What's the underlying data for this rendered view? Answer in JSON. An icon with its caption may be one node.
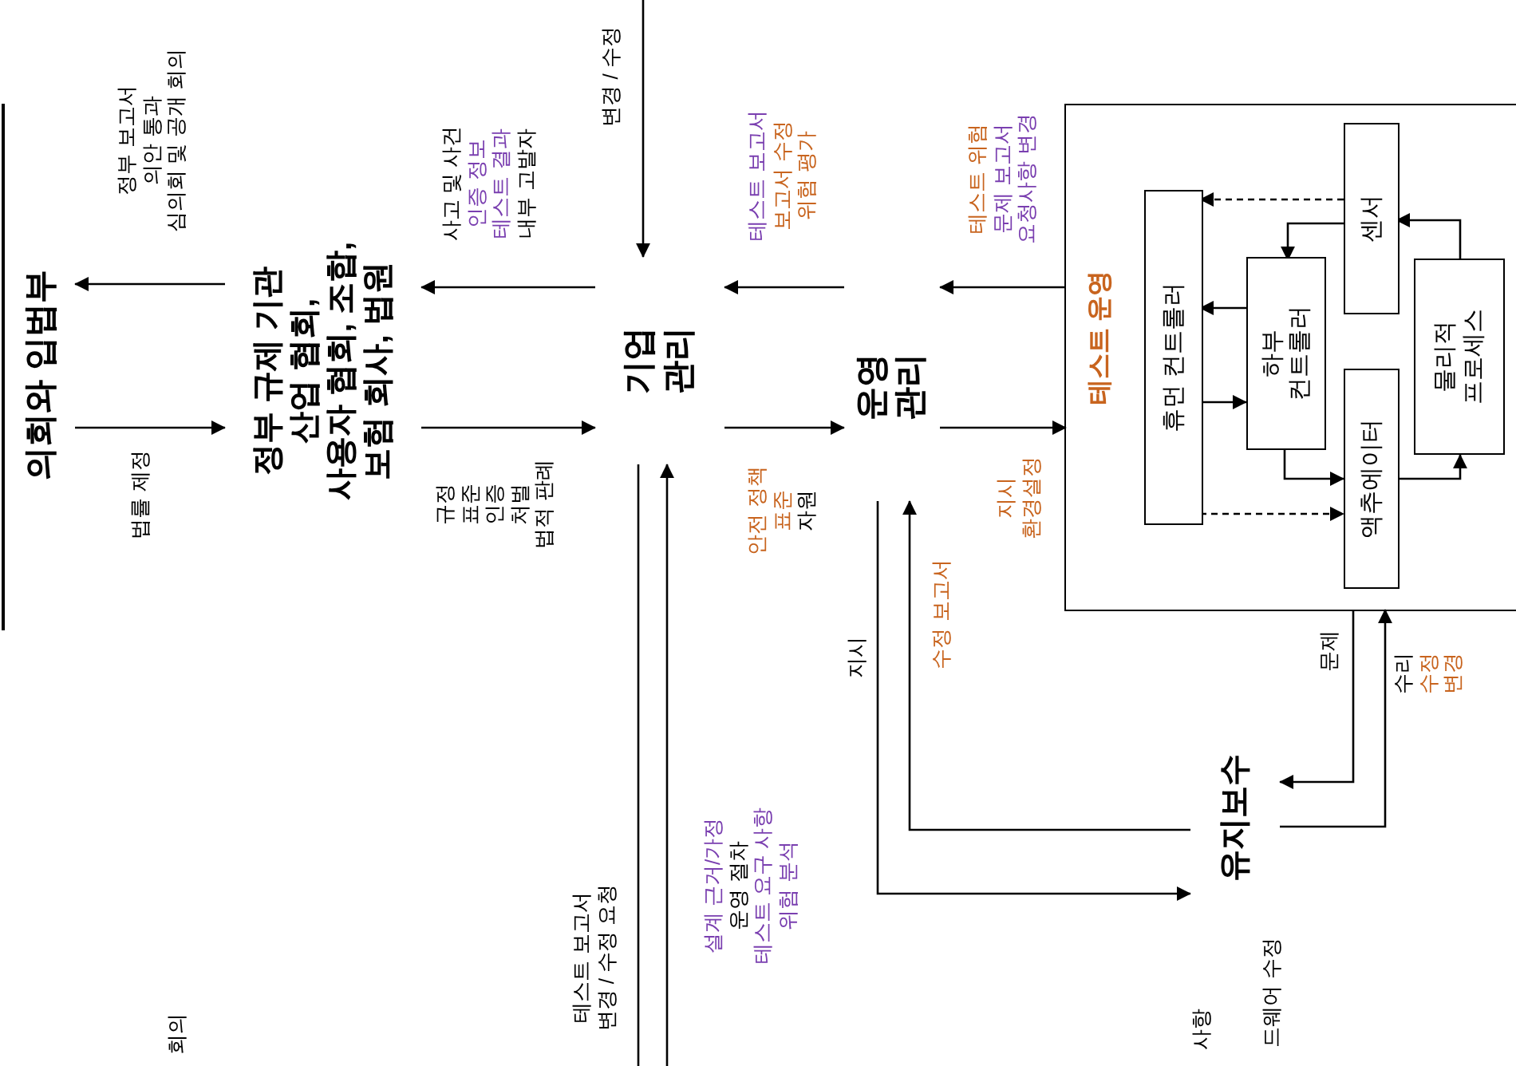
{
  "diagram": {
    "nodes": [
      {
        "text": [
          "의회와 입법부"
        ]
      },
      {
        "text": [
          "정부 규제 기관 산업 협회, 사용자 협회, 조합, 보험 회사, 법원"
        ]
      },
      {
        "text": [
          "기업 관리"
        ]
      },
      {
        "text": [
          "운영 관리"
        ]
      },
      {
        "text": [
          "테스트 운영"
        ]
      },
      {
        "text": [
          "휴먼 컨트롤러"
        ],
        "in": 4
      },
      {
        "text": [
          "하부 컨트롤러"
        ],
        "in": 4
      },
      {
        "text": [
          "센서"
        ],
        "in": 4
      },
      {
        "text": [
          "액추에이터"
        ],
        "in": 4
      },
      {
        "text": [
          "물리적 프로세스"
        ],
        "in": 4
      },
      {
        "text": [
          "유지보수"
        ]
      }
    ],
    "edges": [
      {
        "from": 0,
        "to": 1,
        "arrow": "to",
        "label": "법률 제정"
      },
      {
        "from": 1,
        "to": 0,
        "arrow": "to",
        "label": "정부 보고서 의안 통과 심의회 및 공개 회의"
      },
      {
        "from": 2,
        "to": 1,
        "arrow": "to",
        "label": "사고 및 사건 인증 정보 테스트 결과 내부 고발자"
      },
      {
        "from": 1,
        "to": 2,
        "arrow": "to",
        "label": "규정 표준 인증 처벌 법적 판례"
      },
      {
        "from": 3,
        "to": 2,
        "arrow": "to",
        "label": "테스트 보고서 보고서 수정 위험 평가"
      },
      {
        "from": 2,
        "to": 3,
        "arrow": "to",
        "label": "안전 정책 표준 자원"
      },
      {
        "from": 4,
        "to": 3,
        "arrow": "to",
        "label": "테스트 위험 문제 보고서 요청사항 변경"
      },
      {
        "from": 3,
        "to": 4,
        "arrow": "to",
        "label": "지시 환경설정"
      },
      {
        "from": 3,
        "to": 10,
        "arrow": "to",
        "label": "지시"
      },
      {
        "from": 10,
        "to": 3,
        "arrow": "to",
        "label": "수정 보고서"
      },
      {
        "from": 4,
        "to": 10,
        "arrow": "to",
        "label": "문제"
      },
      {
        "from": 10,
        "to": 4,
        "arrow": "to",
        "label": "수리 수정 변경"
      },
      {
        "from": null,
        "to": 2,
        "arrow": "to",
        "label": "설계 근거/가정 운영 절차 테스트 요구 사항 위험 분석"
      },
      {
        "from": 2,
        "to": null,
        "arrow": "none",
        "label": "테스트 보고서 변경 / 수정 요청"
      },
      {
        "from": null,
        "to": 2,
        "arrow": "to",
        "label": "변경 / 수정"
      },
      {
        "from": 7,
        "to": 5,
        "arrow": "to",
        "style": "dashed"
      },
      {
        "from": 7,
        "to": 6,
        "arrow": "to"
      },
      {
        "from": 6,
        "to": 5,
        "arrow": "to"
      },
      {
        "from": 5,
        "to": 6,
        "arrow": "to"
      },
      {
        "from": 6,
        "to": 8,
        "arrow": "to"
      },
      {
        "from": 5,
        "to": 8,
        "arrow": "to",
        "style": "dashed"
      },
      {
        "from": 8,
        "to": 9,
        "arrow": "to"
      },
      {
        "from": 9,
        "to": 7,
        "arrow": "to"
      }
    ],
    "labels": [
      "회의",
      "사항",
      "드웨어 수정"
    ]
  }
}
